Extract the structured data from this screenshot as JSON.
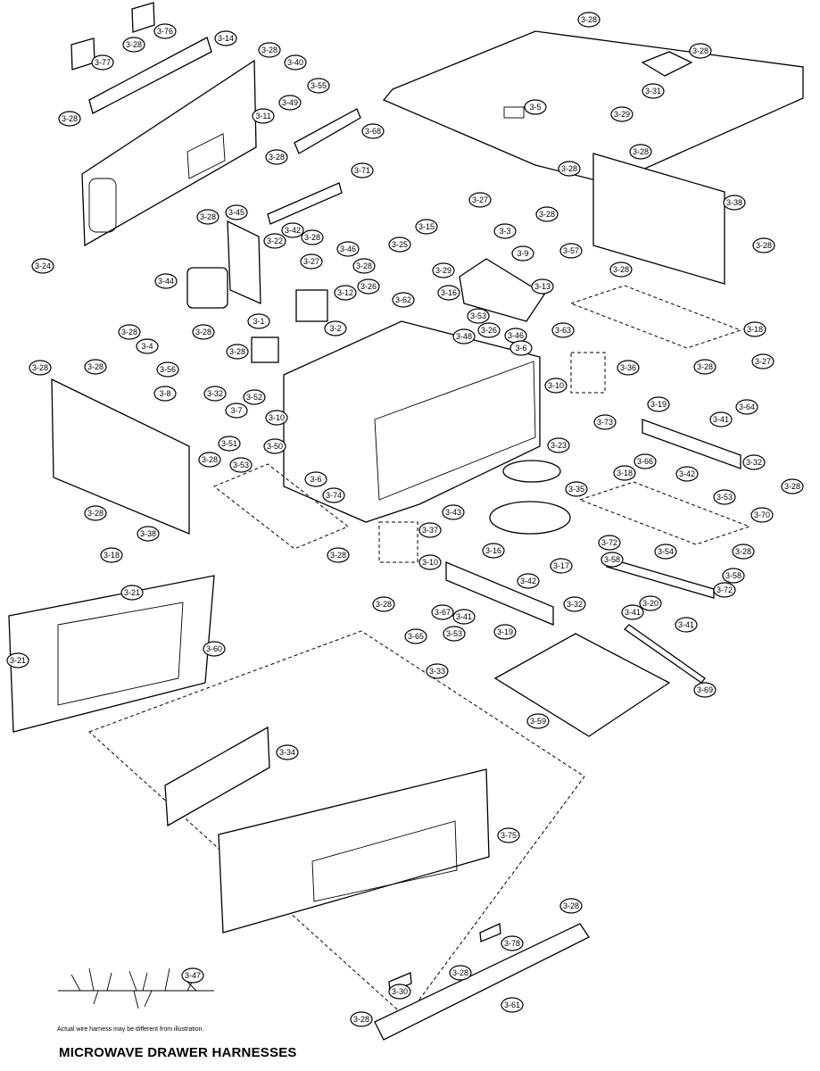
{
  "diagram": {
    "title": "MICROWAVE DRAWER HARNESSES",
    "note": "Actual wire harness may be different from illustration.",
    "callouts": [
      "3-28",
      "3-76",
      "3-14",
      "3-77",
      "3-28",
      "3-28",
      "3-40",
      "3-28",
      "3-31",
      "3-55",
      "3-49",
      "3-5",
      "3-29",
      "3-28",
      "3-11",
      "3-68",
      "3-28",
      "3-71",
      "3-28",
      "3-28",
      "3-38",
      "3-27",
      "3-28",
      "3-45",
      "3-28",
      "3-15",
      "3-3",
      "3-42",
      "3-22",
      "3-28",
      "3-46",
      "3-25",
      "3-9",
      "3-57",
      "3-28",
      "3-28",
      "3-29",
      "3-28",
      "3-24",
      "3-27",
      "3-44",
      "3-13",
      "3-26",
      "3-16",
      "3-12",
      "3-62",
      "3-2",
      "3-1",
      "3-53",
      "3-26",
      "3-46",
      "3-48",
      "3-63",
      "3-18",
      "3-28",
      "3-28",
      "3-4",
      "3-28",
      "3-6",
      "3-28",
      "3-28",
      "3-56",
      "3-36",
      "3-27",
      "3-10",
      "3-28",
      "3-8",
      "3-32",
      "3-52",
      "3-7",
      "3-10",
      "3-64",
      "3-73",
      "3-19",
      "3-41",
      "3-51",
      "3-50",
      "3-23",
      "3-66",
      "3-42",
      "3-32",
      "3-53",
      "3-28",
      "3-6",
      "3-35",
      "3-18",
      "3-28",
      "3-74",
      "3-53",
      "3-70",
      "3-28",
      "3-43",
      "3-38",
      "3-37",
      "3-16",
      "3-18",
      "3-28",
      "3-10",
      "3-17",
      "3-72",
      "3-54",
      "3-58",
      "3-58",
      "3-28",
      "3-42",
      "3-72",
      "3-20",
      "3-32",
      "3-41",
      "3-41",
      "3-21",
      "3-28",
      "3-67",
      "3-41",
      "3-19",
      "3-65",
      "3-53",
      "3-60",
      "3-21",
      "3-33",
      "3-69",
      "3-59",
      "3-34",
      "3-75",
      "3-28",
      "3-78",
      "3-28",
      "3-47",
      "3-30",
      "3-61",
      "3-28"
    ]
  }
}
